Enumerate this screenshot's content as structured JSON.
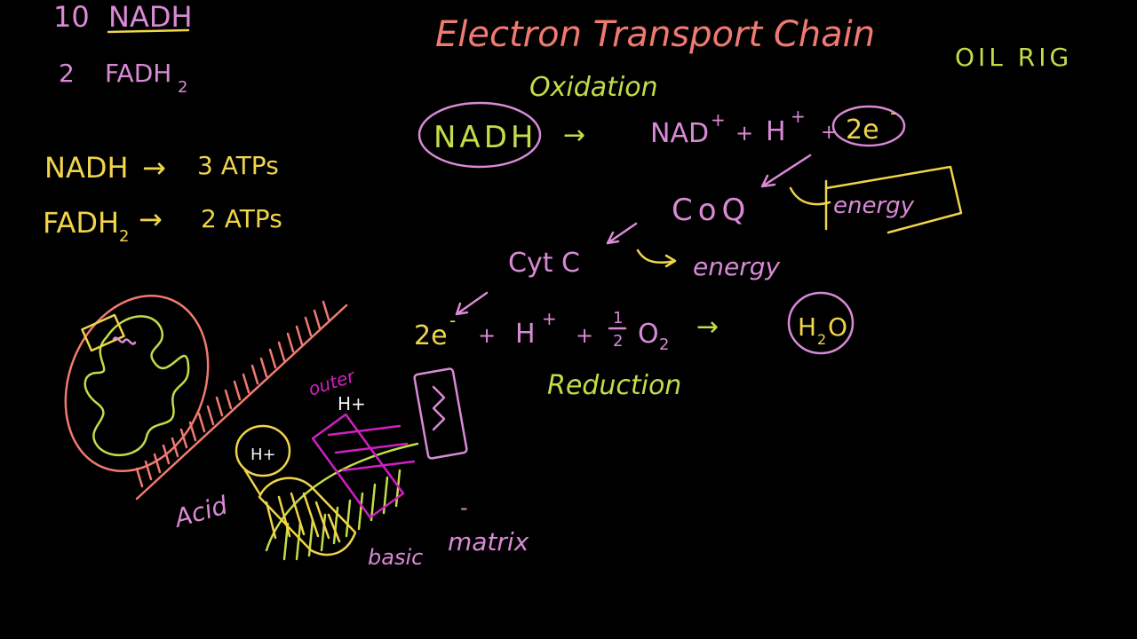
{
  "title": "Electron Transport Chain",
  "counts": {
    "nadh_num": "10",
    "nadh": "NADH",
    "fadh_num": "2",
    "fadh": "FADH",
    "fadh_sub": "2"
  },
  "atp": {
    "row1_left": "NADH",
    "row1_arrow": "→",
    "row1_right": "3 ATPs",
    "row2_left": "FADH",
    "row2_sub": "2",
    "row2_arrow": "→",
    "row2_right": "2 ATPs"
  },
  "mnemonic": "OIL RIG",
  "oxidation": {
    "label": "Oxidation",
    "reactant": "NADH",
    "arrow": "→",
    "products": "NAD",
    "products_sup": "+",
    "plus1": "+",
    "h": "H",
    "h_sup": "+",
    "plus2": "+",
    "electrons": "2e",
    "electrons_sup": "-"
  },
  "coq": {
    "label": "CoQ",
    "energy": "energy"
  },
  "cytc": {
    "label": "Cyt C",
    "energy": "energy"
  },
  "reduction": {
    "label": "Reduction",
    "e": "2e",
    "e_sup": "-",
    "plus1": "+",
    "h": "H",
    "h_sup": "+",
    "plus2": "+",
    "half_num": "1",
    "half_den": "2",
    "o2": "O",
    "o2_sub": "2",
    "arrow": "→",
    "product": "H",
    "product_sub": "2",
    "product_o": "O"
  },
  "diagram": {
    "outer": "outer",
    "h_plus": "H+",
    "h_circle": "H+",
    "acid": "Acid",
    "basic": "basic",
    "minus": "-",
    "matrix": "matrix"
  },
  "colors": {
    "background": "#000000",
    "pink": "#d98ad6",
    "yellow": "#f0d44a",
    "red": "#f07a70",
    "green": "#c3dc48",
    "magenta": "#d020c0"
  }
}
